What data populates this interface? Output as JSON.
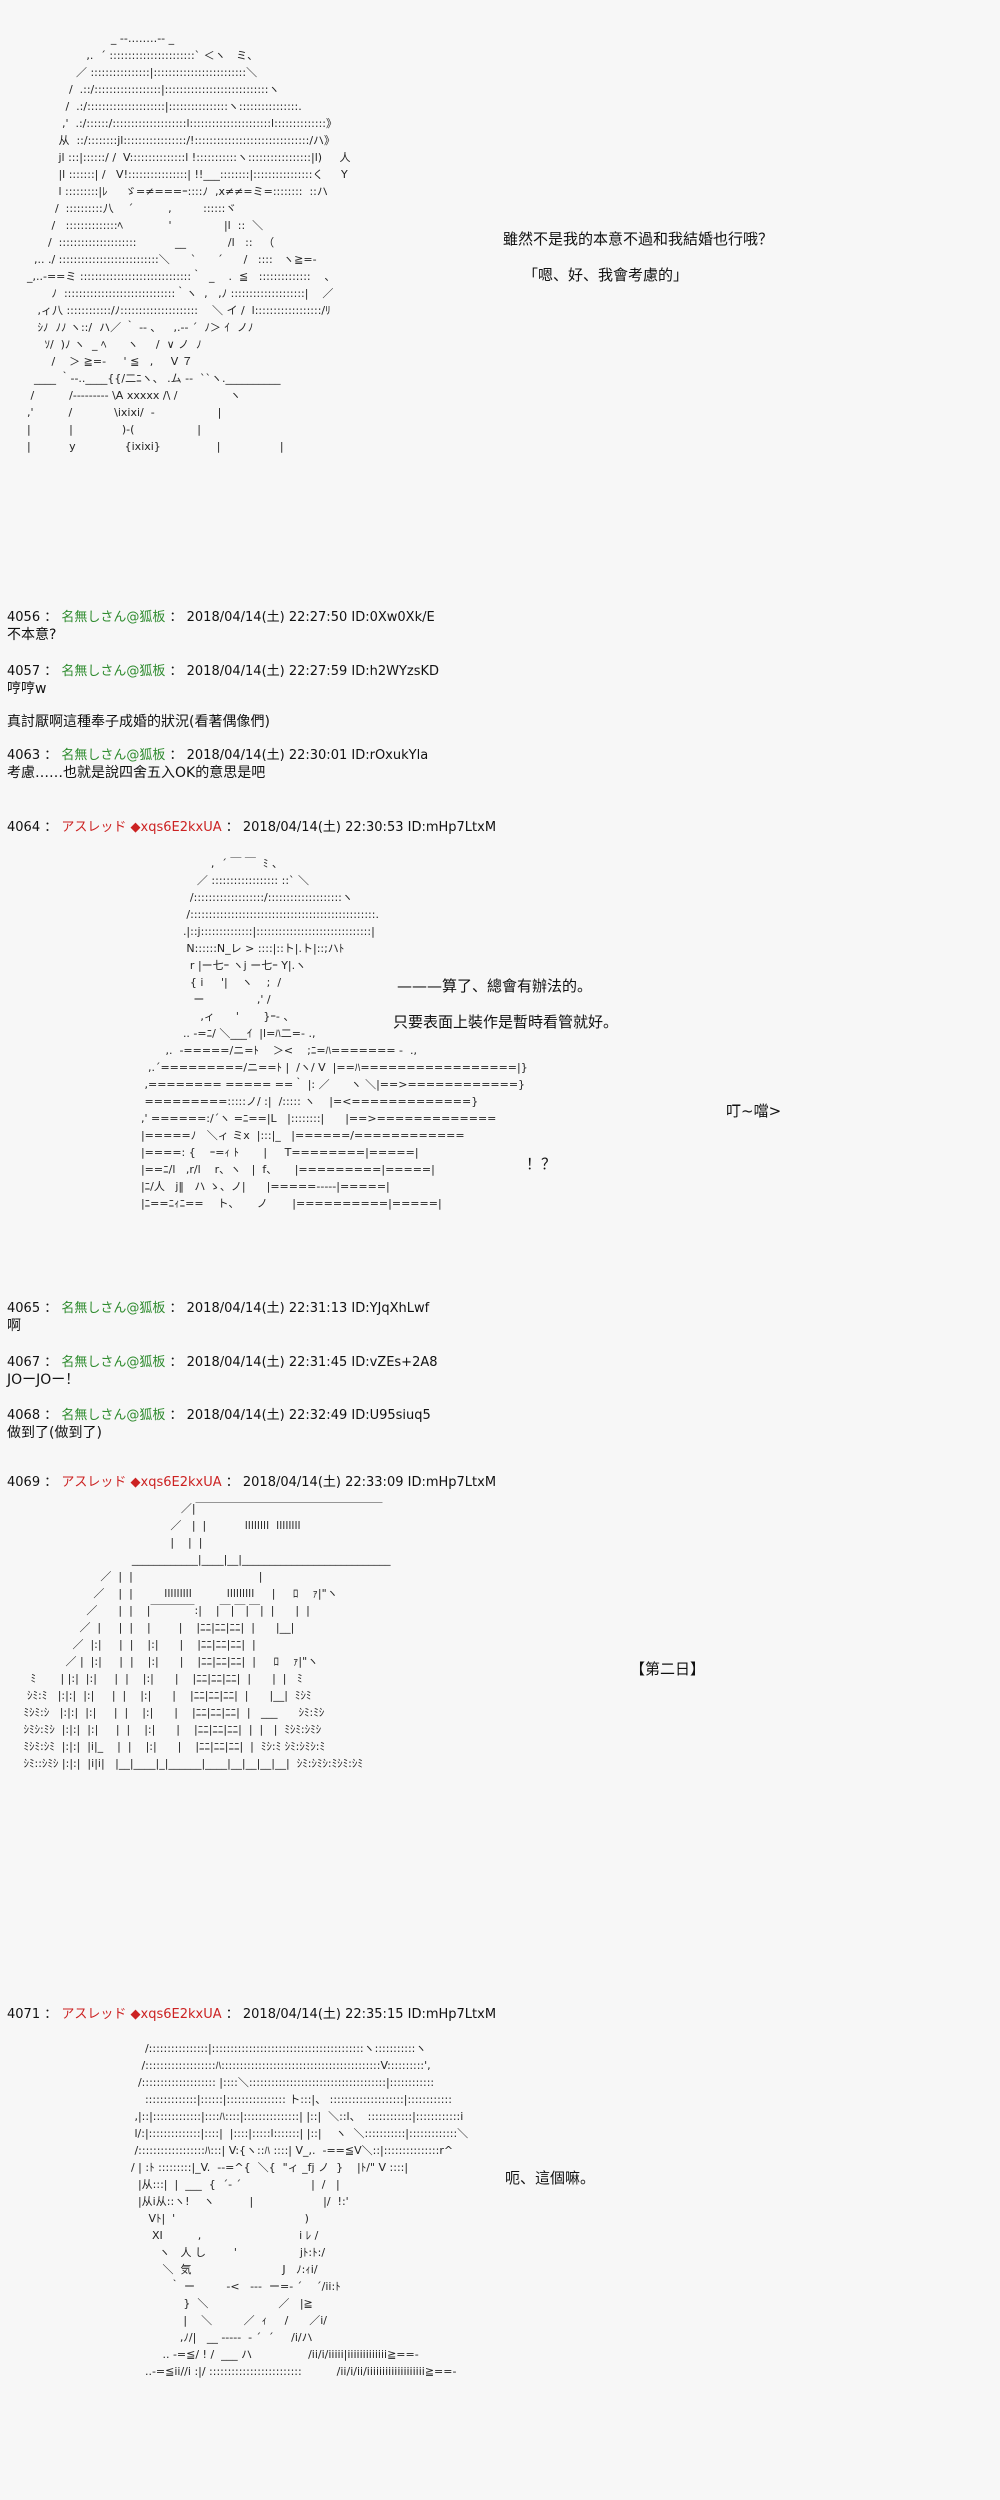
{
  "posts": [
    {
      "num": "4056",
      "name": "名無しさん@狐板",
      "trip": "",
      "date": "2018/04/14(土) 22:27:50",
      "id": "ID:0Xw0Xk/E",
      "body": [
        "不本意?"
      ]
    },
    {
      "num": "4057",
      "name": "名無しさん@狐板",
      "trip": "",
      "date": "2018/04/14(土) 22:27:59",
      "id": "ID:h2WYzsKD",
      "body": [
        "哼哼w",
        "",
        "真討厭啊這種奉子成婚的狀況(看著偶像們)"
      ]
    },
    {
      "num": "4063",
      "name": "名無しさん@狐板",
      "trip": "",
      "date": "2018/04/14(土) 22:30:01",
      "id": "ID:rOxukYla",
      "body": [
        "考慮……也就是說四舍五入OK的意思是吧"
      ]
    },
    {
      "num": "4064",
      "name": "アスレッド",
      "trip": "◆xqs6E2kxUA",
      "date": "2018/04/14(土) 22:30:53",
      "id": "ID:mHp7LtxM"
    },
    {
      "num": "4065",
      "name": "名無しさん@狐板",
      "trip": "",
      "date": "2018/04/14(土) 22:31:13",
      "id": "ID:YJqXhLwf",
      "body": [
        "啊"
      ]
    },
    {
      "num": "4067",
      "name": "名無しさん@狐板",
      "trip": "",
      "date": "2018/04/14(土) 22:31:45",
      "id": "ID:vZEs+2A8",
      "body": [
        "JOーJOー！"
      ]
    },
    {
      "num": "4068",
      "name": "名無しさん@狐板",
      "trip": "",
      "date": "2018/04/14(土) 22:32:49",
      "id": "ID:U95siuq5",
      "body": [
        "做到了(做到了)"
      ]
    },
    {
      "num": "4069",
      "name": "アスレッド",
      "trip": "◆xqs6E2kxUA",
      "date": "2018/04/14(土) 22:33:09",
      "id": "ID:mHp7LtxM"
    },
    {
      "num": "4071",
      "name": "アスレッド",
      "trip": "◆xqs6E2kxUA",
      "date": "2018/04/14(土) 22:35:15",
      "id": "ID:mHp7LtxM"
    }
  ],
  "dialogue": {
    "art1_line1": "雖然不是我的本意不過和我結婚也行哦？",
    "art1_line2": "「嗯、好、我會考慮的」",
    "art2_line1": "———算了、總會有辦法的。",
    "art2_line2": "只要表面上裝作是暫時看管就好。",
    "art2_sfx": "叮~噹>",
    "art2_exclaim": "！？",
    "art3_caption": "【第二日】",
    "art4_line1": "呃、這個嘛。"
  },
  "colors": {
    "background": "#f7f7f7",
    "anon_name": "#2e8b2e",
    "author_name": "#cc2222"
  }
}
